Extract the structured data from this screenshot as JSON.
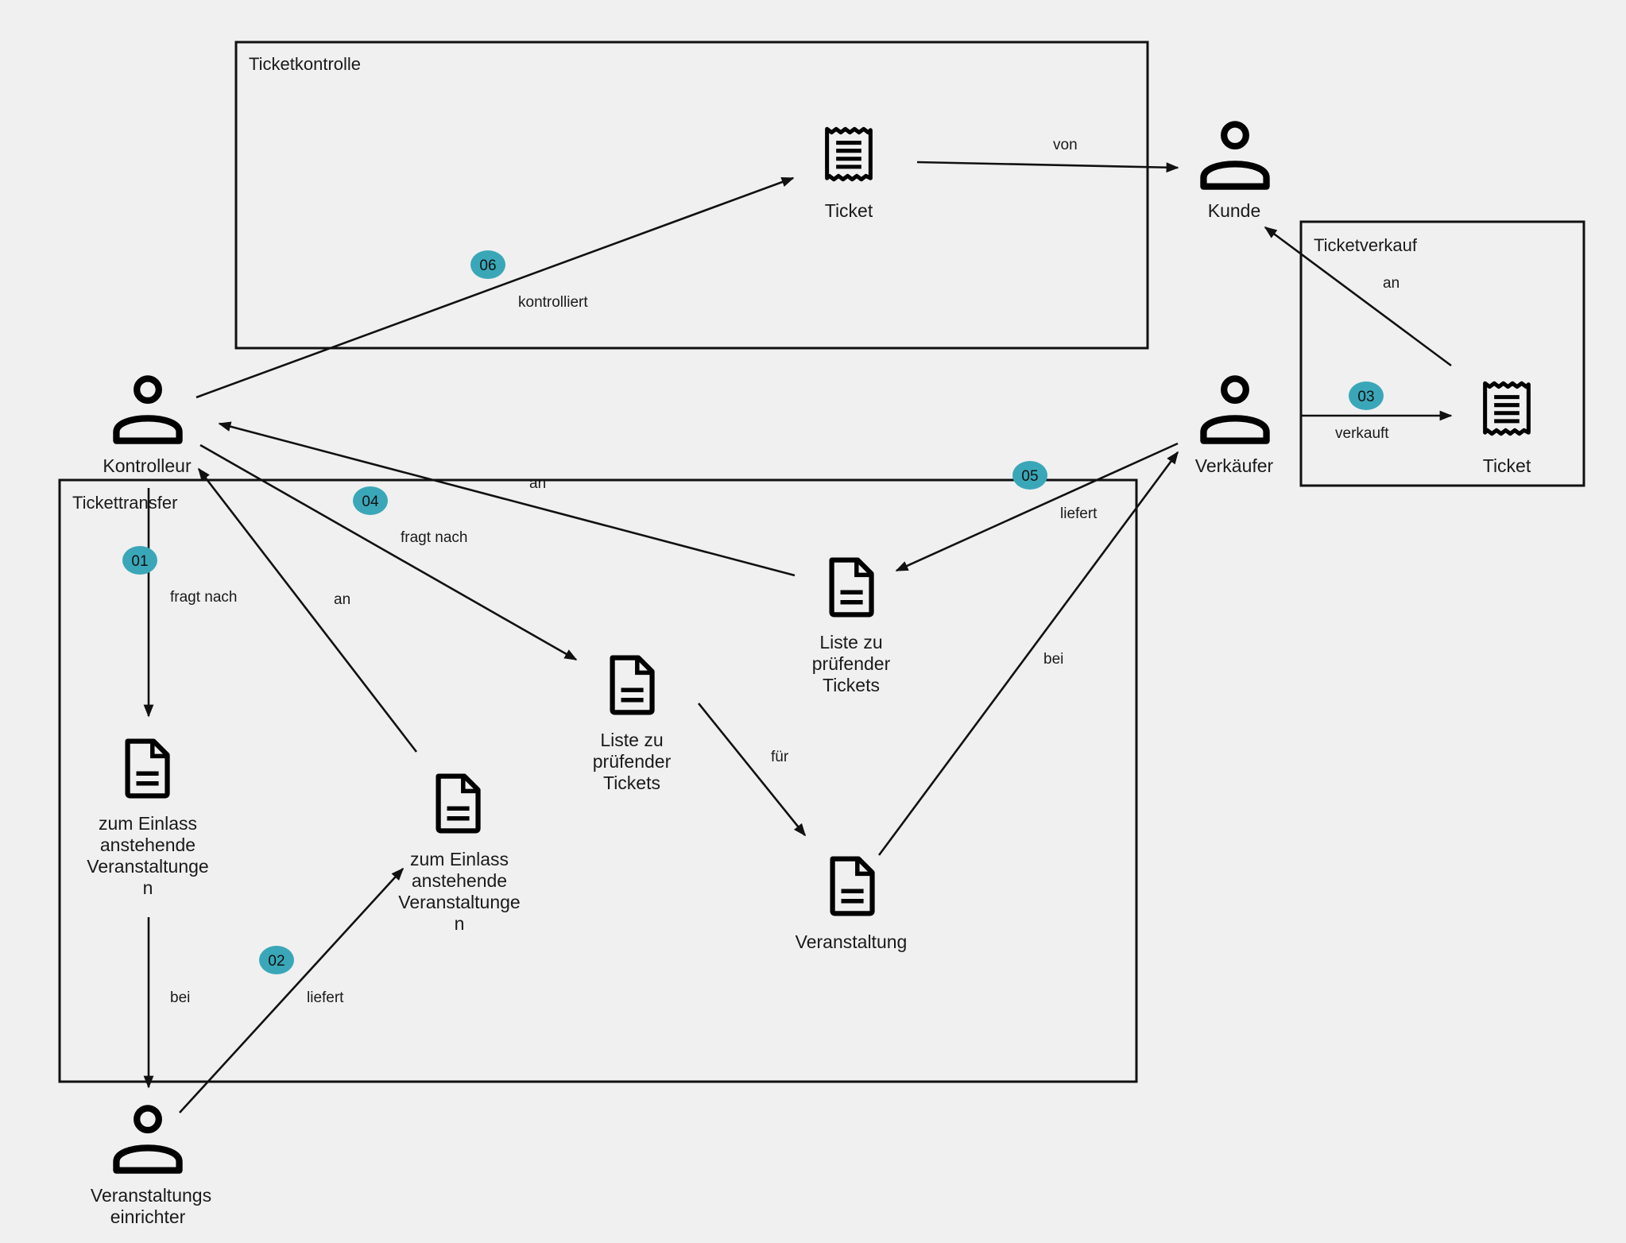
{
  "colors": {
    "background": "#f0f0f0",
    "stroke": "#111111",
    "step_badge": "#3aa7b8"
  },
  "groups": [
    {
      "id": "ticketkontrolle",
      "title": "Ticketkontrolle"
    },
    {
      "id": "ticketverkauf",
      "title": "Ticketverkauf"
    },
    {
      "id": "tickettransfer",
      "title": "Tickettransfer"
    }
  ],
  "nodes": [
    {
      "id": "ticket_kontrolle",
      "icon": "ticket-icon",
      "label": [
        "Ticket"
      ]
    },
    {
      "id": "kunde",
      "icon": "person-icon",
      "label": [
        "Kunde"
      ]
    },
    {
      "id": "kontrolleur",
      "icon": "person-icon",
      "label": [
        "Kontrolleur"
      ]
    },
    {
      "id": "verkaeufer",
      "icon": "person-icon",
      "label": [
        "Verkäufer"
      ]
    },
    {
      "id": "ticket_verkauf",
      "icon": "ticket-icon",
      "label": [
        "Ticket"
      ]
    },
    {
      "id": "liste_a",
      "icon": "document-icon",
      "label": [
        "Liste zu",
        "prüfender",
        "Tickets"
      ]
    },
    {
      "id": "liste_b",
      "icon": "document-icon",
      "label": [
        "Liste zu",
        "prüfender",
        "Tickets"
      ]
    },
    {
      "id": "einlass_a",
      "icon": "document-icon",
      "label": [
        "zum Einlass",
        "anstehende",
        "Veranstaltunge",
        "n"
      ]
    },
    {
      "id": "einlass_b",
      "icon": "document-icon",
      "label": [
        "zum Einlass",
        "anstehende",
        "Veranstaltunge",
        "n"
      ]
    },
    {
      "id": "veranstaltung",
      "icon": "document-icon",
      "label": [
        "Veranstaltung"
      ]
    },
    {
      "id": "veranstalter",
      "icon": "person-icon",
      "label": [
        "Veranstaltungs",
        "einrichter"
      ]
    }
  ],
  "edges": [
    {
      "id": "kontrolliert",
      "label": "kontrolliert"
    },
    {
      "id": "von",
      "label": "von"
    },
    {
      "id": "an_kunde",
      "label": "an"
    },
    {
      "id": "verkauft",
      "label": "verkauft"
    },
    {
      "id": "an_liste",
      "label": "an"
    },
    {
      "id": "liefert_liste",
      "label": "liefert"
    },
    {
      "id": "fragt_nach_liste",
      "label": "fragt nach"
    },
    {
      "id": "fuer",
      "label": "für"
    },
    {
      "id": "bei_verkaeufer",
      "label": "bei"
    },
    {
      "id": "fragt_nach_einlass",
      "label": "fragt nach"
    },
    {
      "id": "an_einlass",
      "label": "an"
    },
    {
      "id": "bei_veranstalter",
      "label": "bei"
    },
    {
      "id": "liefert_einlass",
      "label": "liefert"
    }
  ],
  "steps": [
    "01",
    "02",
    "03",
    "04",
    "05",
    "06"
  ]
}
